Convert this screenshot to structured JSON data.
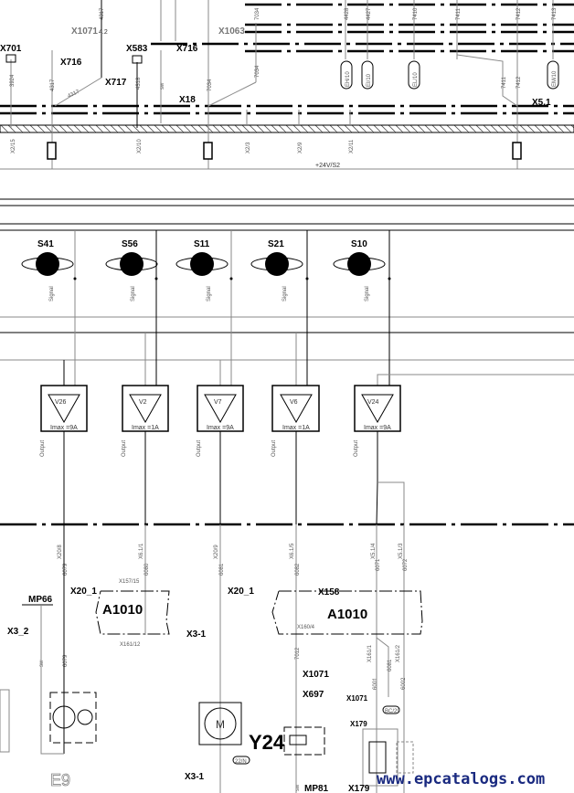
{
  "top": {
    "connectors": [
      "X701",
      "X716",
      "X717",
      "X1071",
      "X583",
      "X716",
      "X1063",
      "X18",
      "X5.1"
    ],
    "x1071_pin": "4.2",
    "wires": [
      "3924",
      "4317",
      "4317",
      "4318",
      "sw",
      "7034",
      "7034",
      "7034",
      "4428",
      "4427",
      "7410",
      "7411",
      "7412",
      "7413",
      "7411",
      "7412",
      "4317"
    ],
    "pins_bus": [
      "X2/15",
      "X2/10",
      "X2/3",
      "X2/9",
      "X2/11"
    ],
    "refs": [
      "EH/10",
      "EI/10",
      "EL/10",
      "EM/10"
    ],
    "supply": "+24V/S2"
  },
  "switches": [
    {
      "id": "S41",
      "signal": "Signal"
    },
    {
      "id": "S56",
      "signal": "Signal"
    },
    {
      "id": "S11",
      "signal": "Signal"
    },
    {
      "id": "S21",
      "signal": "Signal"
    },
    {
      "id": "S10",
      "signal": "Signal"
    }
  ],
  "relays": [
    {
      "id": "V26",
      "imax": "Imax =9A",
      "output": "Output"
    },
    {
      "id": "V2",
      "imax": "Imax =1A",
      "output": "Output"
    },
    {
      "id": "V7",
      "imax": "Imax =9A",
      "output": "Output"
    },
    {
      "id": "V6",
      "imax": "Imax =1A",
      "output": "Output"
    },
    {
      "id": "V24",
      "imax": "Imax =9A",
      "output": "Output"
    }
  ],
  "bottom": {
    "bus_pins": [
      "X20/8",
      "X6.1/1",
      "X20/9",
      "X6.1/5",
      "X5.1/4",
      "X5.1/3"
    ],
    "wires": [
      "6079",
      "6080",
      "6081",
      "6082",
      "6071",
      "6072",
      "6079",
      "sw",
      "7012",
      "6001",
      "6002",
      "6081",
      "sw"
    ],
    "labels": {
      "x20_1a": "X20_1",
      "x20_1b": "X20_1",
      "mp66": "MP66",
      "x3_2": "X3_2",
      "a1010a": "A1010",
      "a1010b": "A1010",
      "x157": "X157/15",
      "x161": "X161/12",
      "x3_1a": "X3-1",
      "x3_1b": "X3-1",
      "x158": "X158",
      "x160": "X160/4",
      "x1071a": "X1071",
      "x697": "X697",
      "x1071b": "X1071",
      "x179a": "X179",
      "x179b": "X179",
      "y24": "Y24",
      "e9": "E9",
      "mp81": "MP81",
      "ref22n": "22/N",
      "refbc": "BC/29",
      "x161_1": "X161/1",
      "x161_2": "X161/2",
      "m": "M"
    }
  },
  "watermark": "www.epcatalogs.com"
}
